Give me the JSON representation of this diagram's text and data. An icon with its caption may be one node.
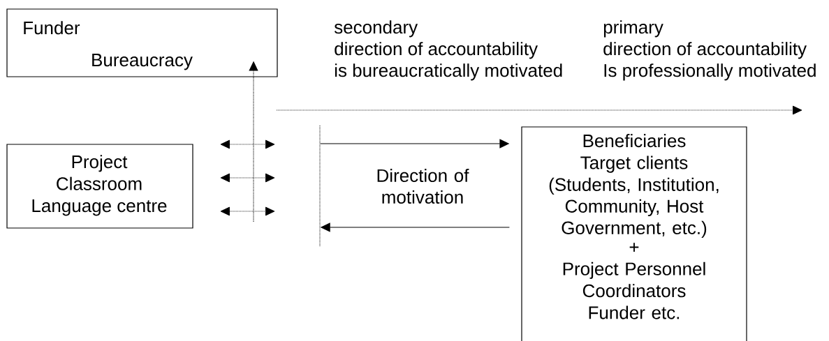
{
  "diagram": {
    "nodes": [
      {
        "text": [
          "Funder",
          "Bureaucracy"
        ]
      },
      {
        "text": [
          "Project",
          "Classroom",
          "Language centre"
        ]
      },
      {
        "text": [
          "Beneficiaries",
          "Target clients",
          "(Students, Institution, Community, Host Government, etc.)",
          "+",
          "Project Personnel",
          "Coordinators",
          "Funder etc."
        ]
      },
      {
        "text": [],
        "shape": "bar"
      }
    ],
    "edges": [
      {
        "from": null,
        "to": 0,
        "arrow": "to",
        "style": "dashed"
      },
      {
        "from": 3,
        "to": 2,
        "arrow": "to"
      },
      {
        "from": 2,
        "to": 3,
        "arrow": "to"
      }
    ],
    "labels": [
      "secondary",
      "direction of accountability",
      "is bureaucratically motivated",
      "primary",
      "direction of accountability",
      "Is professionally motivated",
      "Direction of motivation"
    ]
  }
}
